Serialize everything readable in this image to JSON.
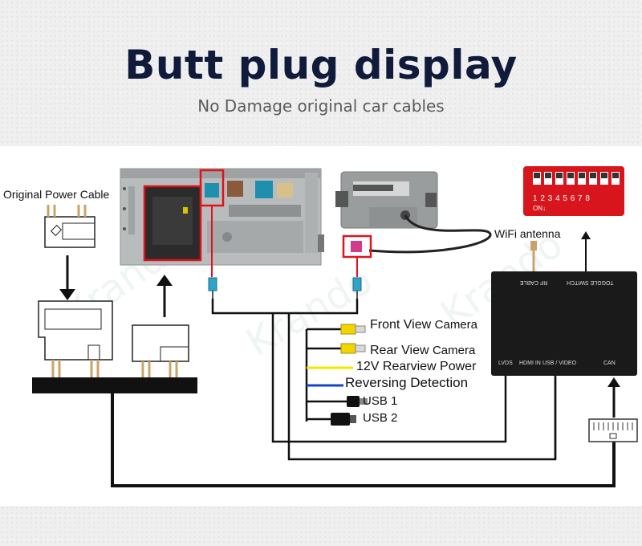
{
  "header": {
    "title": "Butt plug display",
    "subtitle": "No Damage original car cables"
  },
  "labels": {
    "original_power_cable": "Original Power Cable",
    "wifi_antenna": "WiFi antenna",
    "front_view_camera_a": "Front View",
    "front_view_camera_b": "Camera",
    "rear_view_camera_a": "Rear View",
    "rear_view_camera_b": "Camera",
    "rearview_power": "12V Rearview Power",
    "reversing_detection": "Reversing Detection",
    "usb1": "USB 1",
    "usb2": "USB 2"
  },
  "module": {
    "rf_cable": "RF CABLE",
    "toggle_switch": "TOGGLE SWITCH",
    "lvds": "LVDS",
    "hdmi_in": "HDMI IN",
    "usb_video": "USB / VIDEO",
    "can": "CAN"
  },
  "dip_switch": {
    "numbers": "1 2 3 4 5 6 7 8",
    "on_label": "ON"
  },
  "watermarks": [
    "Krando",
    "Krando",
    "Krando"
  ],
  "colors": {
    "title": "#101a3a",
    "module": "#1a1a1a",
    "highlight": "#e0121b",
    "yellow_wire": "#f5e400",
    "blue_wire": "#1546c8"
  }
}
